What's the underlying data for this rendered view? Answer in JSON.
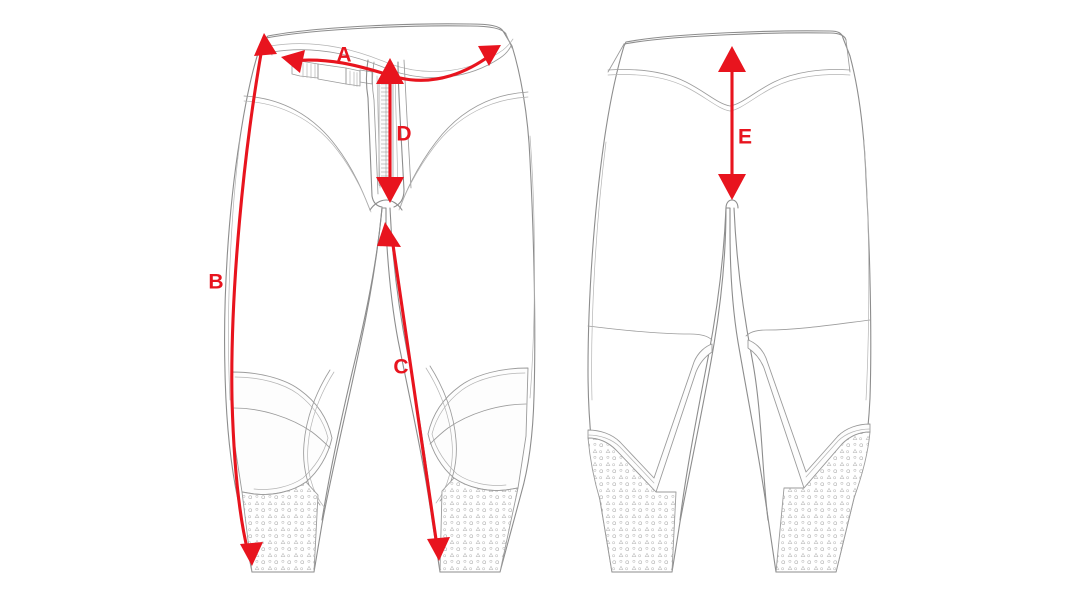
{
  "diagram": {
    "title": "Pants measurement diagram",
    "background_color": "#ffffff",
    "line_color": "#8d8d8d",
    "accent_color": "#e8141e",
    "views": [
      {
        "id": "front",
        "name": "front-view",
        "label": ""
      },
      {
        "id": "back",
        "name": "back-view",
        "label": ""
      }
    ],
    "measurements": [
      {
        "id": "A",
        "label": "A",
        "name": "measure-a-waist",
        "view": "front",
        "style": "double-arrow-curved",
        "label_x": 344,
        "label_y": 56
      },
      {
        "id": "B",
        "label": "B",
        "name": "measure-b-outseam",
        "view": "front",
        "style": "double-arrow-curved",
        "label_x": 216,
        "label_y": 283
      },
      {
        "id": "C",
        "label": "C",
        "name": "measure-c-inseam",
        "view": "front",
        "style": "double-arrow-curved",
        "label_x": 401,
        "label_y": 368
      },
      {
        "id": "D",
        "label": "D",
        "name": "measure-d-fly-rise",
        "view": "front",
        "style": "double-arrow-straight",
        "label_x": 404,
        "label_y": 135
      },
      {
        "id": "E",
        "label": "E",
        "name": "measure-e-back-rise",
        "view": "back",
        "style": "double-arrow-straight",
        "label_x": 745,
        "label_y": 138
      }
    ]
  }
}
